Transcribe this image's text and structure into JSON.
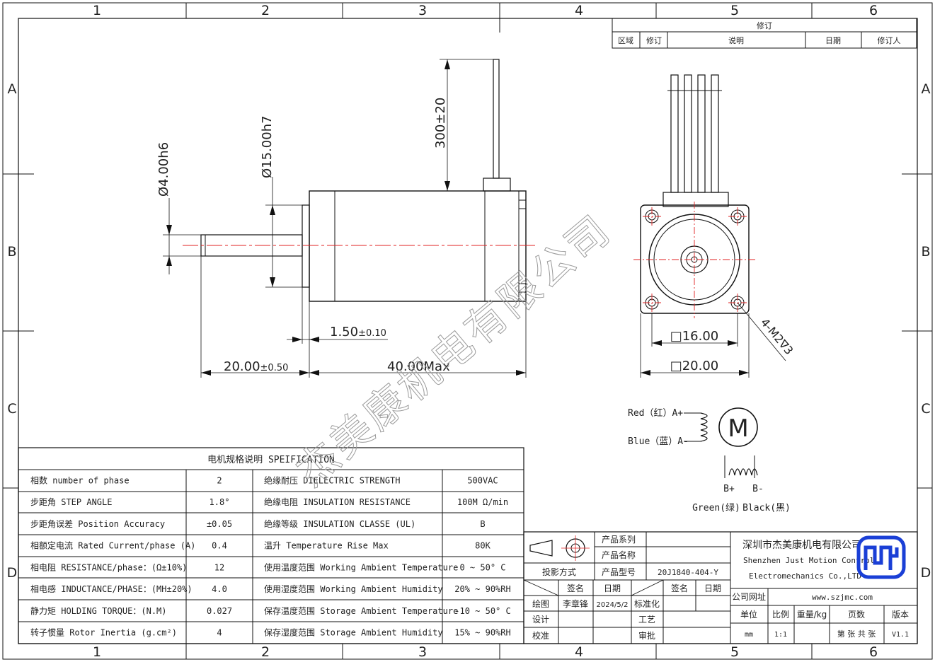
{
  "grid": {
    "columns": [
      "1",
      "2",
      "3",
      "4",
      "5",
      "6"
    ],
    "rows": [
      "A",
      "B",
      "C",
      "D"
    ]
  },
  "revision": {
    "title": "修订",
    "headers": [
      "区域",
      "修订",
      "说明",
      "日期",
      "修订人"
    ]
  },
  "dimensions": {
    "shaft_dia": "Ø4.00h6",
    "pilot_dia": "Ø15.00h7",
    "lead_length": "300±20",
    "flange_thk_main": "1.50",
    "flange_thk_tol": "±0.10",
    "shaft_len_main": "20.00",
    "shaft_len_tol": "±0.50",
    "body_len": "40.00Max",
    "hole_spacing": "□16.00",
    "frame_size": "□20.00",
    "mount_holes": "4-M2∇3"
  },
  "watermark": "杰美康机电有限公司",
  "wiring": {
    "a_plus": "Red（红）A+",
    "a_minus": "Blue（蓝）A-",
    "motor": "M",
    "b_plus": "B+",
    "b_minus": "B-",
    "green": "Green(绿)",
    "black": "Black(黑)"
  },
  "spec": {
    "title": "电机规格说明 SPEIFICATION",
    "rows": [
      {
        "l_label": "相数 number of phase",
        "l_value": "2",
        "r_label": "绝缘耐压 DIELECTRIC STRENGTH",
        "r_value": "500VAC"
      },
      {
        "l_label": "步距角 STEP ANGLE",
        "l_value": "1.8°",
        "r_label": "绝缘电阻 INSULATION RESISTANCE",
        "r_value": "100M Ω/min"
      },
      {
        "l_label": "步距角误差 Position Accuracy",
        "l_value": "±0.05",
        "r_label": "绝缘等级 INSULATION CLASSE (UL)",
        "r_value": "B"
      },
      {
        "l_label": "相额定电流 Rated Current/phase (A)",
        "l_value": "0.4",
        "r_label": "温升 Temperature Rise Max",
        "r_value": "80K"
      },
      {
        "l_label": "相电阻 RESISTANCE/phase：(Ω±10%)",
        "l_value": "12",
        "r_label": "使用温度范围 Working Ambient Temperature",
        "r_value": "0 ~ 50° C"
      },
      {
        "l_label": "相电感 INDUCTANCE/PHASE：(MH±20%)",
        "l_value": "4.0",
        "r_label": "使用湿度范围 Working Ambient Humidity",
        "r_value": "20% ~ 90%RH"
      },
      {
        "l_label": "静力矩 HOLDING TORQUE：(N.M)",
        "l_value": "0.027",
        "r_label": "保存温度范围 Storage Ambient Temperature",
        "r_value": "-10 ~ 50° C"
      },
      {
        "l_label": "转子惯量 Rotor Inertia (g.cm²)",
        "l_value": "4",
        "r_label": "保存湿度范围 Storage Ambient Humidity",
        "r_value": "15% ~ 90%RH"
      }
    ]
  },
  "title_block": {
    "product_series": "产品系列",
    "product_name": "产品名称",
    "projection": "投影方式",
    "product_model": "产品型号",
    "model_value": "20J1840-404-Y",
    "sign": "签名",
    "date": "日期",
    "drawn": "绘图",
    "drawn_by": "李章锋",
    "drawn_date": "2024/5/2",
    "standardize": "标准化",
    "sign2": "签名",
    "date2": "日期",
    "design": "设计",
    "process": "工艺",
    "check": "校准",
    "approve": "审批",
    "company_cn": "深圳市杰美康机电有限公司",
    "company_en1": "Shenzhen Just Motion Control",
    "company_en2": "Electromechanics Co.,LTD",
    "website_label": "公司网址",
    "website": "www.szjmc.com",
    "unit_label": "单位",
    "unit_value": "mm",
    "scale_label": "比例",
    "scale_value": "1:1",
    "weight_label": "重量/kg",
    "weight_value": "",
    "pages_label": "页数",
    "pages_value": "第 张 共 张",
    "version_label": "版本",
    "version_value": "V1.1"
  },
  "colors": {
    "line": "#111111",
    "center": "#e02020",
    "logo": "#1a3fd6",
    "watermark": "#9a9a9a"
  }
}
